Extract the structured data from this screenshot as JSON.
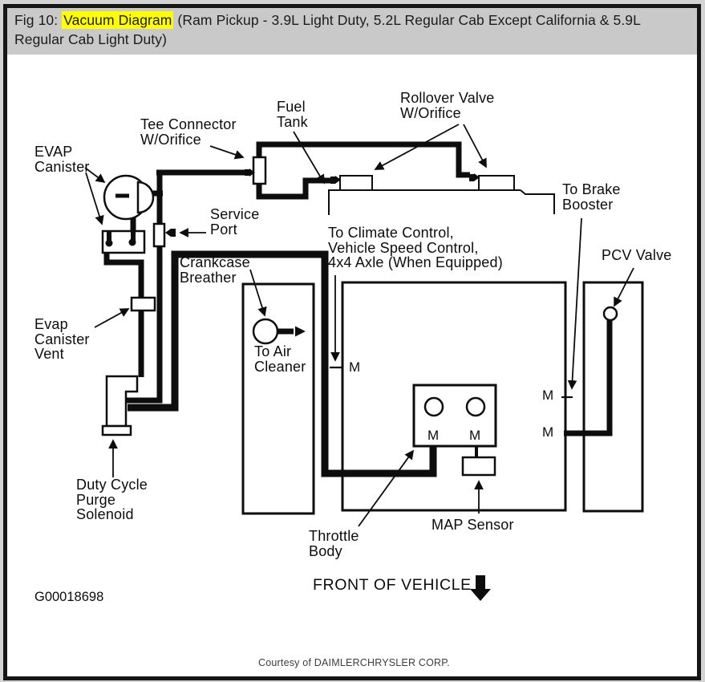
{
  "colors": {
    "ink": "#0d0d0d",
    "caption_bar": "#c9c9c9",
    "highlight": "#ffff00",
    "page_background": "#ffffff",
    "outer_background": "#d4d4d4"
  },
  "caption": {
    "prefix": "Fig 10: ",
    "highlight": "Vacuum Diagram",
    "rest": " (Ram Pickup - 3.9L Light Duty, 5.2L Regular Cab Except California & 5.9L Regular Cab Light Duty)"
  },
  "labels": {
    "evap_canister": "EVAP\nCanister",
    "tee_connector": "Tee Connector\nW/Orifice",
    "fuel_tank": "Fuel\nTank",
    "rollover_valve": "Rollover Valve\nW/Orifice",
    "to_brake_booster": "To Brake\nBooster",
    "service_port": "Service\nPort",
    "to_climate": "To Climate Control,\nVehicle Speed Control,\n4x4 Axle (When Equipped)",
    "pcv_valve": "PCV Valve",
    "crankcase_breather": "Crankcase\nBreather",
    "to_air_cleaner": "To Air\nCleaner",
    "evap_canister_vent": "Evap\nCanister\nVent",
    "duty_cycle_purge_solenoid": "Duty Cycle\nPurge\nSolenoid",
    "throttle_body": "Throttle\nBody",
    "map_sensor": "MAP Sensor",
    "port_m": "M"
  },
  "footer": {
    "front_of_vehicle": "FRONT OF VEHICLE",
    "graphic_id": "G00018698",
    "courtesy": "Courtesy of DAIMLERCHRYSLER CORP."
  }
}
